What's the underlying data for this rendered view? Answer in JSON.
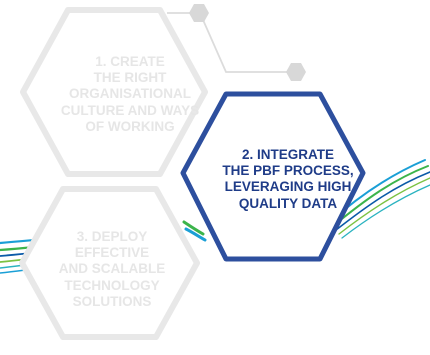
{
  "diagram": {
    "hexagons": [
      {
        "number": "1",
        "lines": [
          "1. CREATE",
          "THE RIGHT",
          "ORGANISATIONAL",
          "CULTURE AND WAYS",
          "OF WORKING"
        ],
        "state": "inactive"
      },
      {
        "number": "2",
        "lines": [
          "2. INTEGRATE",
          "THE PBF PROCESS,",
          "LEVERAGING HIGH",
          "QUALITY DATA"
        ],
        "state": "active"
      },
      {
        "number": "3",
        "lines": [
          "3. DEPLOY",
          "EFFECTIVE",
          "AND SCALABLE",
          "TECHNOLOGY",
          "SOLUTIONS"
        ],
        "state": "inactive"
      }
    ]
  },
  "colors": {
    "inactive_outline": "#e8e8e8",
    "inactive_text": "#e6e6e6",
    "active_outline": "#2d4f9e",
    "active_text": "#1f3c88",
    "connector": "#dcdcdc",
    "ribbon_colors": [
      "#1a9fd6",
      "#3cb44b",
      "#0b5aa8",
      "#7cc242",
      "#2bb3c0"
    ]
  }
}
